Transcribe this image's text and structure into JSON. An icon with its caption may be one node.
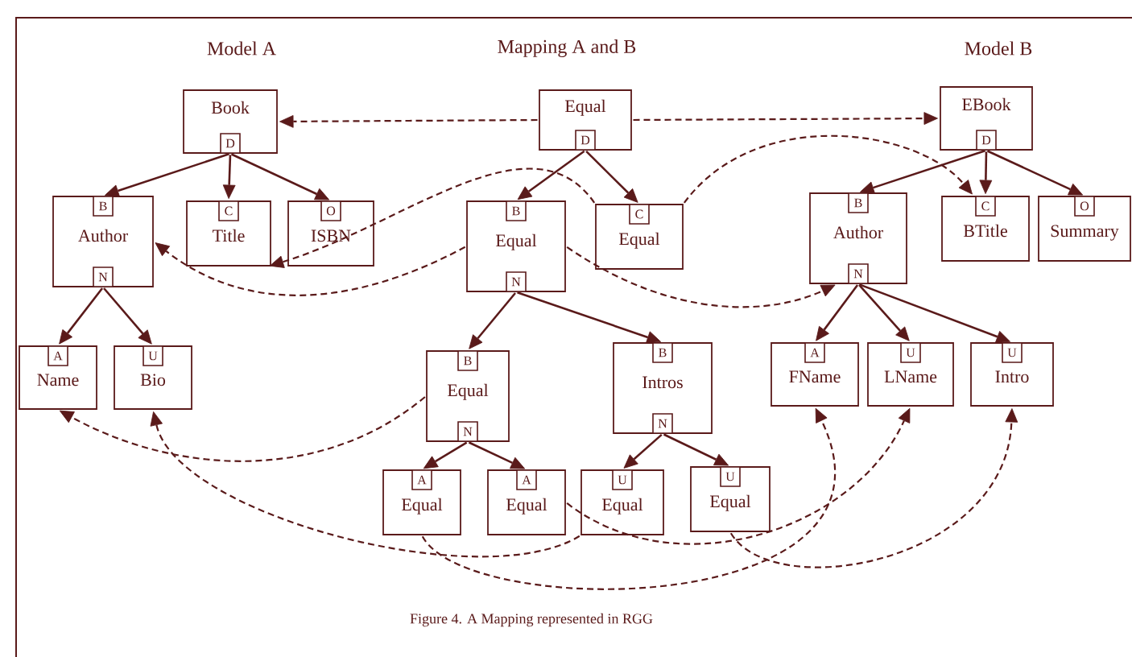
{
  "diagram": {
    "caption": "Figure 4. A Mapping represented in RGG",
    "nodes": [
      {
        "text": [
          "Book"
        ]
      },
      {
        "text": [
          "D"
        ],
        "in": 0
      },
      {
        "text": [
          "Equal"
        ]
      },
      {
        "text": [
          "D"
        ],
        "in": 2
      },
      {
        "text": [
          "EBook"
        ]
      },
      {
        "text": [
          "D"
        ],
        "in": 4
      },
      {
        "text": [
          "Author"
        ]
      },
      {
        "text": [
          "B"
        ],
        "in": 6
      },
      {
        "text": [
          "N"
        ],
        "in": 6
      },
      {
        "text": [
          "Title"
        ]
      },
      {
        "text": [
          "C"
        ],
        "in": 9
      },
      {
        "text": [
          "ISBN"
        ]
      },
      {
        "text": [
          "O"
        ],
        "in": 11
      },
      {
        "text": [
          "Equal"
        ]
      },
      {
        "text": [
          "B"
        ],
        "in": 13
      },
      {
        "text": [
          "N"
        ],
        "in": 13
      },
      {
        "text": [
          "Equal"
        ]
      },
      {
        "text": [
          "C"
        ],
        "in": 16
      },
      {
        "text": [
          "Author"
        ]
      },
      {
        "text": [
          "B"
        ],
        "in": 18
      },
      {
        "text": [
          "N"
        ],
        "in": 18
      },
      {
        "text": [
          "BTitle"
        ]
      },
      {
        "text": [
          "C"
        ],
        "in": 21
      },
      {
        "text": [
          "Summary"
        ]
      },
      {
        "text": [
          "O"
        ],
        "in": 23
      },
      {
        "text": [
          "Name"
        ]
      },
      {
        "text": [
          "A"
        ],
        "in": 25
      },
      {
        "text": [
          "Bio"
        ]
      },
      {
        "text": [
          "U"
        ],
        "in": 27
      },
      {
        "text": [
          "Equal"
        ]
      },
      {
        "text": [
          "B"
        ],
        "in": 29
      },
      {
        "text": [
          "N"
        ],
        "in": 29
      },
      {
        "text": [
          "Intros"
        ]
      },
      {
        "text": [
          "B"
        ],
        "in": 32
      },
      {
        "text": [
          "N"
        ],
        "in": 32
      },
      {
        "text": [
          "FName"
        ]
      },
      {
        "text": [
          "A"
        ],
        "in": 35
      },
      {
        "text": [
          "LName"
        ]
      },
      {
        "text": [
          "U"
        ],
        "in": 37
      },
      {
        "text": [
          "Intro"
        ]
      },
      {
        "text": [
          "U"
        ],
        "in": 39
      },
      {
        "text": [
          "Equal"
        ]
      },
      {
        "text": [
          "A"
        ],
        "in": 41
      },
      {
        "text": [
          "Equal"
        ]
      },
      {
        "text": [
          "A"
        ],
        "in": 43
      },
      {
        "text": [
          "Equal"
        ]
      },
      {
        "text": [
          "U"
        ],
        "in": 45
      },
      {
        "text": [
          "Equal"
        ]
      },
      {
        "text": [
          "U"
        ],
        "in": 47
      }
    ],
    "edges": [
      {
        "from": 1,
        "to": 7,
        "arrow": "to"
      },
      {
        "from": 1,
        "to": 10,
        "arrow": "to"
      },
      {
        "from": 1,
        "to": 12,
        "arrow": "to"
      },
      {
        "from": 3,
        "to": 14,
        "arrow": "to"
      },
      {
        "from": 3,
        "to": 17,
        "arrow": "to"
      },
      {
        "from": 5,
        "to": 19,
        "arrow": "to"
      },
      {
        "from": 5,
        "to": 22,
        "arrow": "to"
      },
      {
        "from": 5,
        "to": 24,
        "arrow": "to"
      },
      {
        "from": 8,
        "to": 26,
        "arrow": "to"
      },
      {
        "from": 8,
        "to": 28,
        "arrow": "to"
      },
      {
        "from": 15,
        "to": 30,
        "arrow": "to"
      },
      {
        "from": 15,
        "to": 33,
        "arrow": "to"
      },
      {
        "from": 20,
        "to": 36,
        "arrow": "to"
      },
      {
        "from": 20,
        "to": 38,
        "arrow": "to"
      },
      {
        "from": 20,
        "to": 40,
        "arrow": "to"
      },
      {
        "from": 31,
        "to": 42,
        "arrow": "to"
      },
      {
        "from": 31,
        "to": 44,
        "arrow": "to"
      },
      {
        "from": 34,
        "to": 46,
        "arrow": "to"
      },
      {
        "from": 34,
        "to": 48,
        "arrow": "to"
      },
      {
        "from": 2,
        "to": 0,
        "arrow": "to",
        "style": "dashed"
      },
      {
        "from": 2,
        "to": 4,
        "arrow": "to",
        "style": "dashed"
      },
      {
        "from": 16,
        "to": 9,
        "arrow": "to",
        "style": "dashed"
      },
      {
        "from": 16,
        "to": 21,
        "arrow": "to",
        "style": "dashed"
      },
      {
        "from": 13,
        "to": 6,
        "arrow": "to",
        "style": "dashed"
      },
      {
        "from": 13,
        "to": 18,
        "arrow": "to",
        "style": "dashed"
      },
      {
        "from": 29,
        "to": 25,
        "arrow": "to",
        "style": "dashed"
      },
      {
        "from": 41,
        "to": 35,
        "arrow": "to",
        "style": "dashed"
      },
      {
        "from": 43,
        "to": 37,
        "arrow": "to",
        "style": "dashed"
      },
      {
        "from": 45,
        "to": 27,
        "arrow": "to",
        "style": "dashed"
      },
      {
        "from": 47,
        "to": 39,
        "arrow": "to",
        "style": "dashed"
      }
    ],
    "labels": [
      "Model A",
      "Mapping A and B",
      "Model B"
    ]
  }
}
